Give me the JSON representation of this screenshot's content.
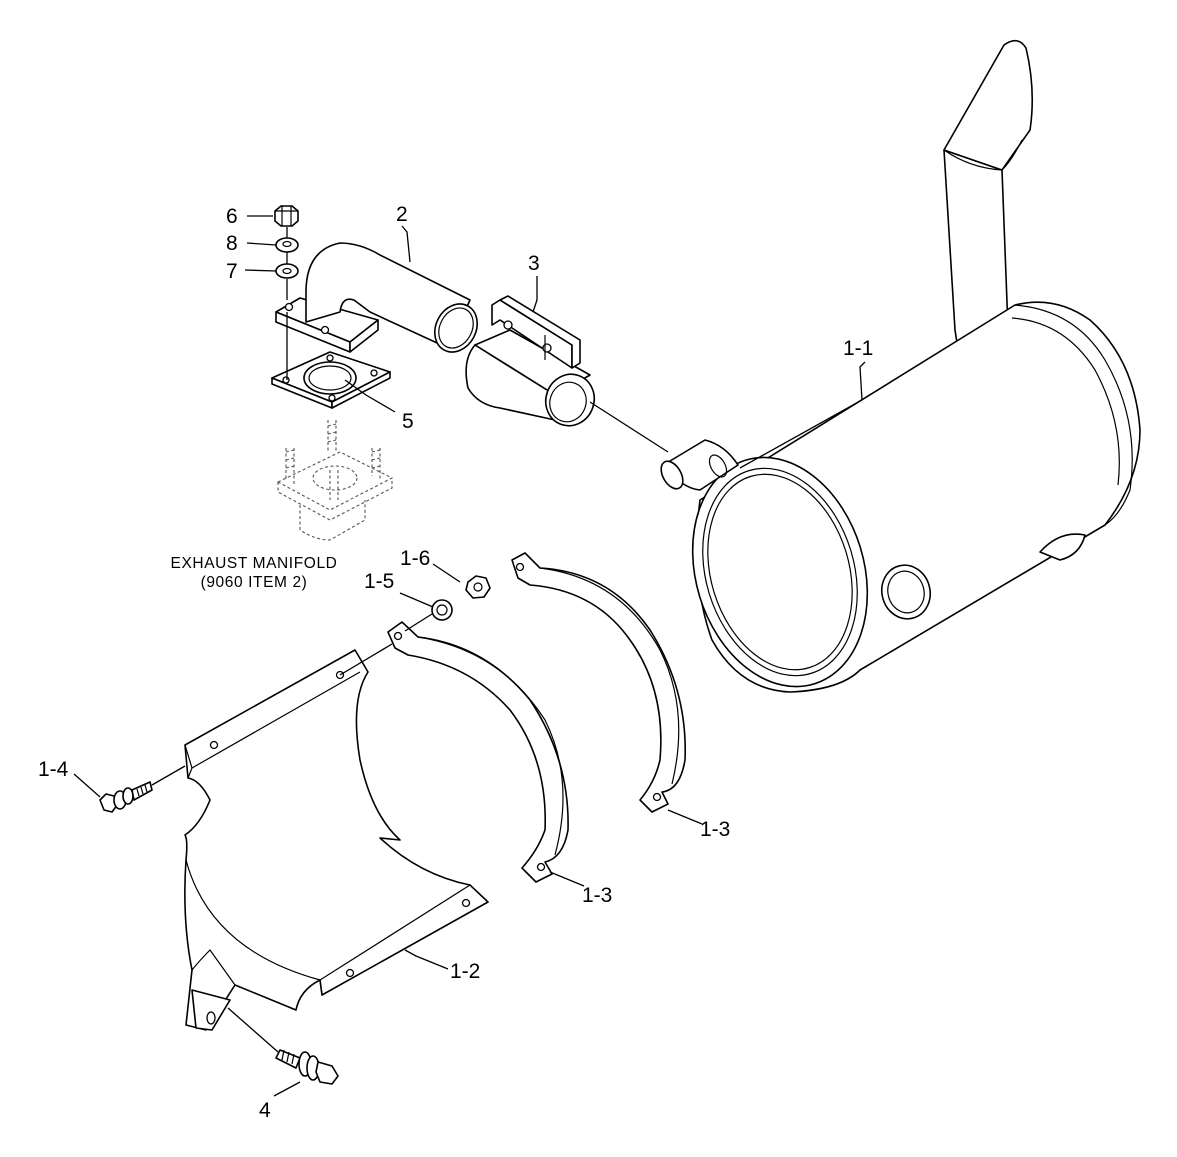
{
  "diagram": {
    "callouts": {
      "c_1_1": "1-1",
      "c_1_2": "1-2",
      "c_1_3a": "1-3",
      "c_1_3b": "1-3",
      "c_1_4": "1-4",
      "c_1_5": "1-5",
      "c_1_6": "1-6",
      "c_2": "2",
      "c_3": "3",
      "c_4": "4",
      "c_5": "5",
      "c_6": "6",
      "c_7": "7",
      "c_8": "8"
    },
    "note": {
      "line1": "EXHAUST MANIFOLD",
      "line2": "(9060 ITEM 2)"
    }
  }
}
